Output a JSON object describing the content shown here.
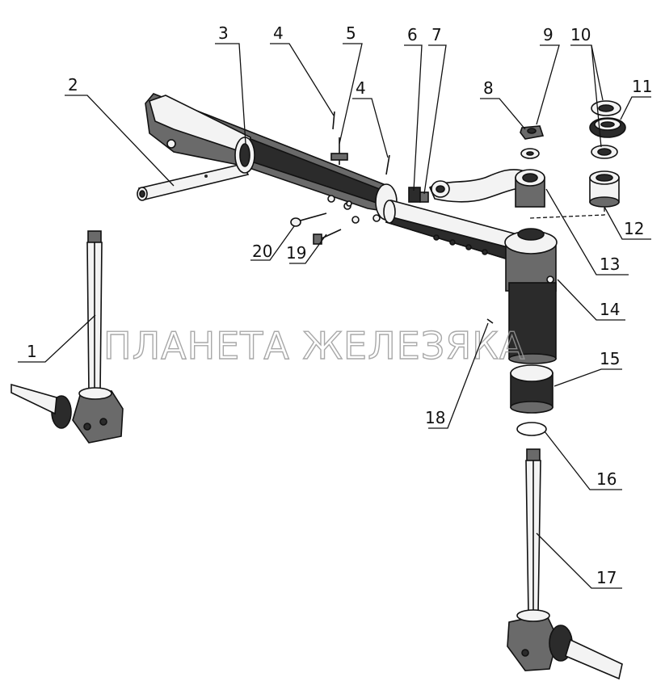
{
  "watermark": "ПЛАНЕТА ЖЕЛЕЗЯКА",
  "callouts": [
    "1",
    "2",
    "3",
    "4",
    "4",
    "5",
    "6",
    "7",
    "8",
    "9",
    "10",
    "11",
    "12",
    "13",
    "14",
    "15",
    "16",
    "17",
    "18",
    "19",
    "20"
  ],
  "colors": {
    "ink": "#111111",
    "paper": "#ffffff",
    "watermark": "#9a9a9a"
  }
}
